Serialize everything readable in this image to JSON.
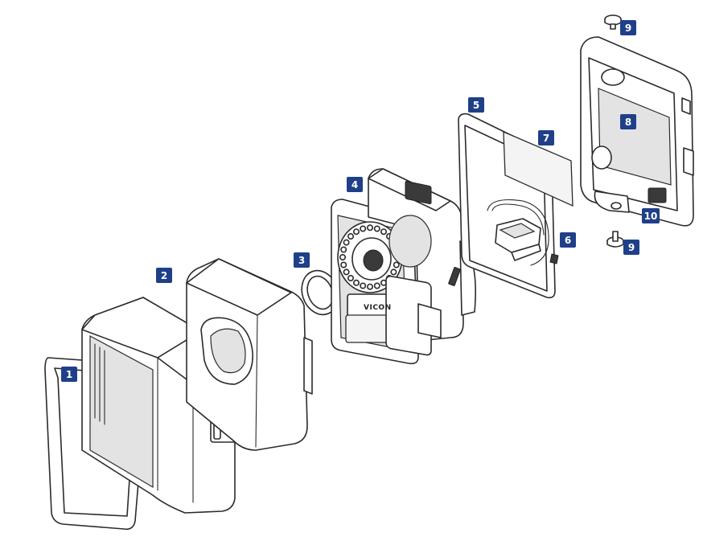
{
  "diagram": {
    "brand_text": "VICON",
    "accent_color": "#1f3f88",
    "callouts": [
      {
        "id": "callout-1",
        "label": "1"
      },
      {
        "id": "callout-2",
        "label": "2"
      },
      {
        "id": "callout-3",
        "label": "3"
      },
      {
        "id": "callout-4",
        "label": "4"
      },
      {
        "id": "callout-5",
        "label": "5"
      },
      {
        "id": "callout-6",
        "label": "6"
      },
      {
        "id": "callout-7",
        "label": "7"
      },
      {
        "id": "callout-8",
        "label": "8"
      },
      {
        "id": "callout-9a",
        "label": "9"
      },
      {
        "id": "callout-9b",
        "label": "9"
      },
      {
        "id": "callout-10",
        "label": "10"
      }
    ]
  }
}
